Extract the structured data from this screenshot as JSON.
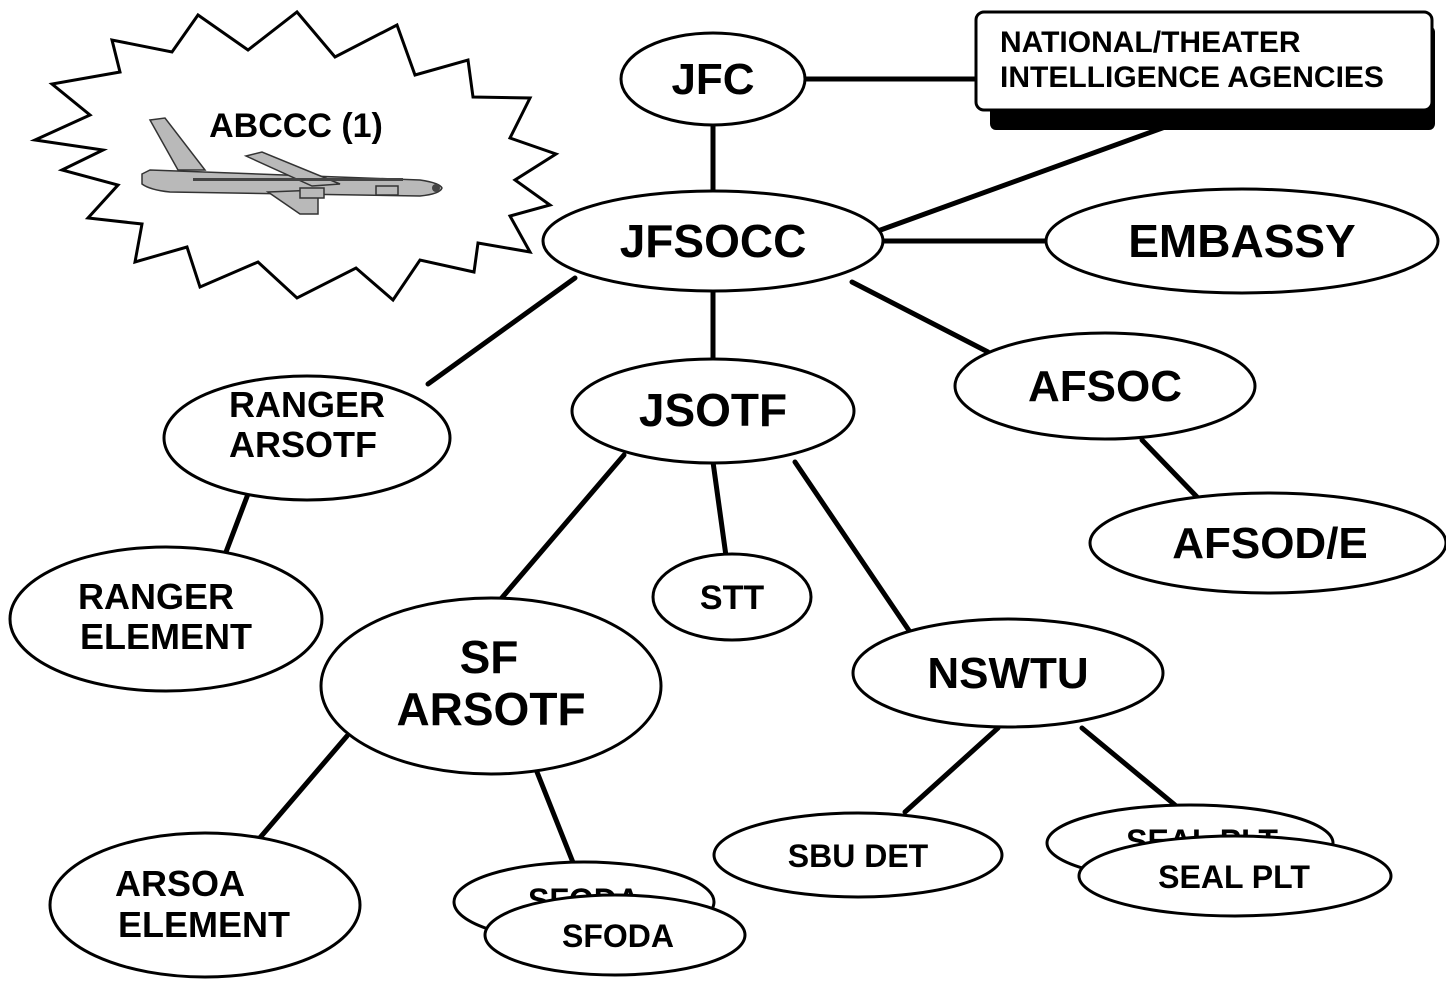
{
  "diagram": {
    "nodes": {
      "abccc": "ABCCC (1)",
      "jfc": "JFC",
      "intel_line1": "NATIONAL/THEATER",
      "intel_line2": "INTELLIGENCE AGENCIES",
      "jfsocc": "JFSOCC",
      "embassy": "EMBASSY",
      "ranger_arsotf_line1": "RANGER",
      "ranger_arsotf_line2": "ARSOTF",
      "jsotf": "JSOTF",
      "afsoc": "AFSOC",
      "afsode": "AFSOD/E",
      "ranger_element_line1": "RANGER",
      "ranger_element_line2": "ELEMENT",
      "stt": "STT",
      "sf_arsotf_line1": "SF",
      "sf_arsotf_line2": "ARSOTF",
      "nswtu": "NSWTU",
      "arsoa_element_line1": "ARSOA",
      "arsoa_element_line2": "ELEMENT",
      "sfoda_back": "SFODA",
      "sfoda_front": "SFODA",
      "sbu_det": "SBU DET",
      "seal_plt_back": "SEAL PLT",
      "seal_plt_front": "SEAL PLT"
    },
    "icons": {
      "abccc_aircraft": "aircraft-icon",
      "abccc_burst": "starburst-shape"
    },
    "edges": [
      [
        "JFC",
        "NATIONAL/THEATER INTELLIGENCE AGENCIES"
      ],
      [
        "JFC",
        "JFSOCC"
      ],
      [
        "JFSOCC",
        "NATIONAL/THEATER INTELLIGENCE AGENCIES"
      ],
      [
        "JFSOCC",
        "EMBASSY"
      ],
      [
        "JFSOCC",
        "RANGER ARSOTF"
      ],
      [
        "JFSOCC",
        "JSOTF"
      ],
      [
        "JFSOCC",
        "AFSOC"
      ],
      [
        "AFSOC",
        "AFSOD/E"
      ],
      [
        "RANGER ARSOTF",
        "RANGER ELEMENT"
      ],
      [
        "JSOTF",
        "SF ARSOTF"
      ],
      [
        "JSOTF",
        "STT"
      ],
      [
        "JSOTF",
        "NSWTU"
      ],
      [
        "SF ARSOTF",
        "ARSOA ELEMENT"
      ],
      [
        "SF ARSOTF",
        "SFODA"
      ],
      [
        "NSWTU",
        "SBU DET"
      ],
      [
        "NSWTU",
        "SEAL PLT"
      ]
    ]
  }
}
